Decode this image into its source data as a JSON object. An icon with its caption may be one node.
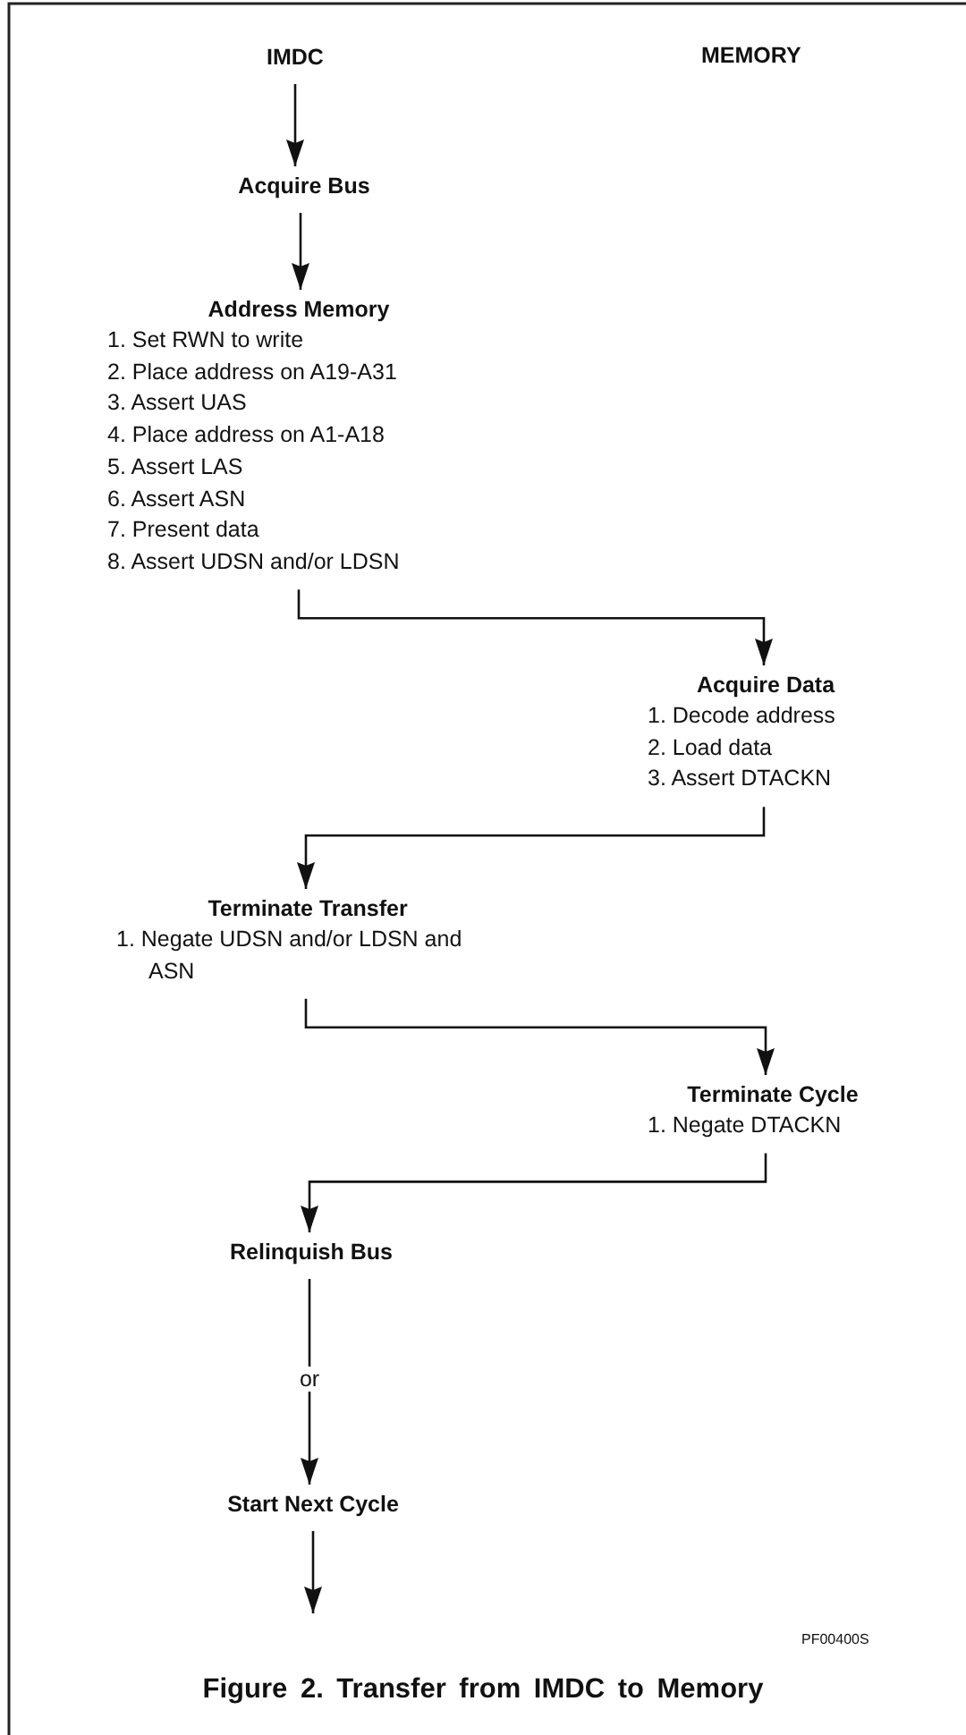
{
  "diagram": {
    "caption": "Figure 2. Transfer from IMDC to Memory",
    "nodes": [
      {
        "text": [
          "IMDC"
        ]
      },
      {
        "text": [
          "Acquire Bus"
        ]
      },
      {
        "text": [
          "Address Memory",
          "1. Set RWN to write",
          "2. Place address on A19-A31",
          "3. Assert UAS",
          "4. Place address on A1-A18",
          "5. Assert LAS",
          "6. Assert ASN",
          "7. Present data",
          "8. Assert UDSN and/or LDSN"
        ]
      },
      {
        "text": [
          "Acquire Data",
          "1. Decode address",
          "2. Load data",
          "3. Assert DTACKN"
        ]
      },
      {
        "text": [
          "Terminate Transfer",
          "1. Negate UDSN and/or LDSN and ASN"
        ]
      },
      {
        "text": [
          "Terminate Cycle",
          "1. Negate DTACKN"
        ]
      },
      {
        "text": [
          "Relinquish Bus"
        ]
      },
      {
        "text": [
          "Start Next Cycle"
        ]
      }
    ],
    "edges": [
      {
        "from": 0,
        "to": 1,
        "arrow": "to"
      },
      {
        "from": 1,
        "to": 2,
        "arrow": "to"
      },
      {
        "from": 2,
        "to": 3,
        "arrow": "to"
      },
      {
        "from": 3,
        "to": 4,
        "arrow": "to"
      },
      {
        "from": 4,
        "to": 5,
        "arrow": "to"
      },
      {
        "from": 5,
        "to": 6,
        "arrow": "to"
      },
      {
        "from": 6,
        "to": 7,
        "label": "or",
        "arrow": "to"
      },
      {
        "from": 7,
        "to": null,
        "arrow": "to"
      }
    ],
    "labels": [
      "MEMORY",
      "PF00400S"
    ]
  }
}
